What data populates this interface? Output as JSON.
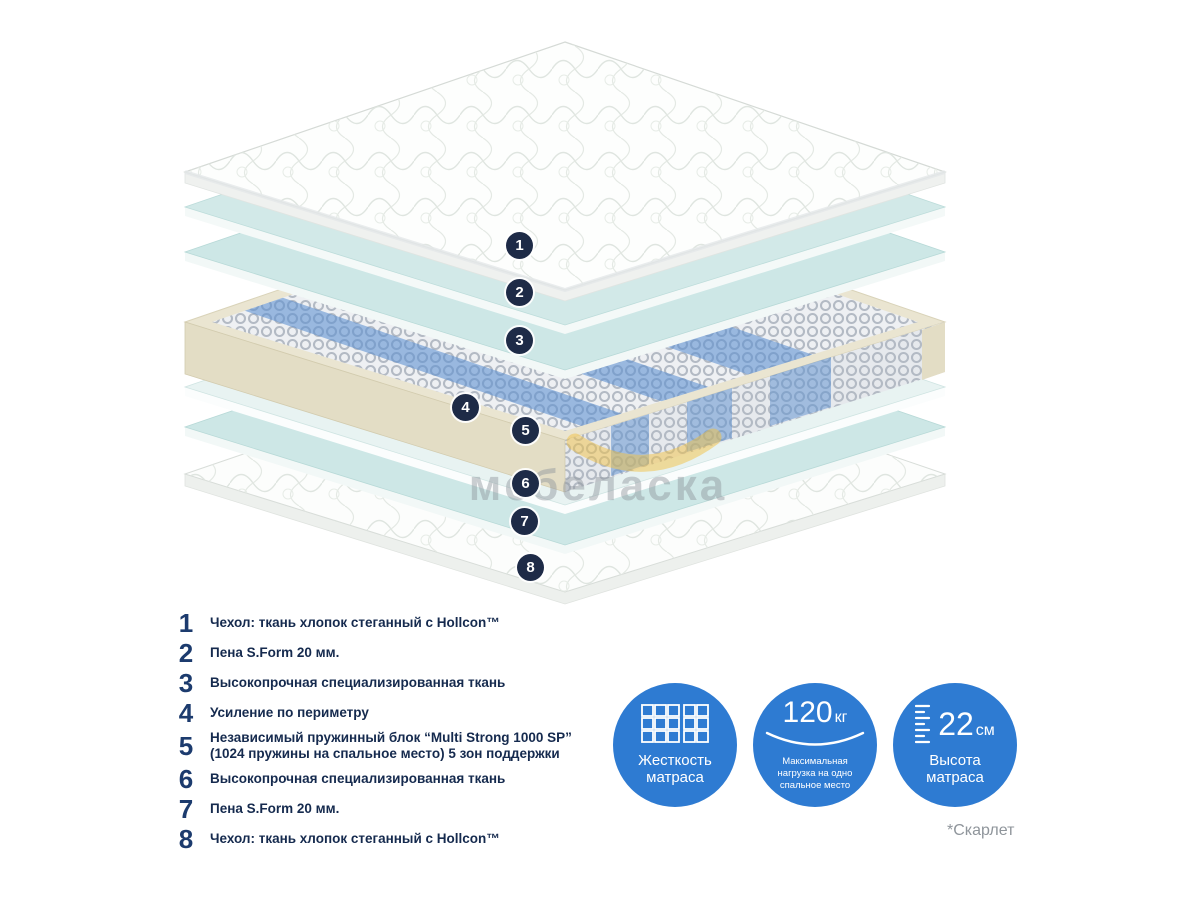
{
  "page": {
    "watermark": "мебеласка",
    "footnote": "*Скарлет",
    "background": "#ffffff"
  },
  "diagram": {
    "markers": [
      "1",
      "2",
      "3",
      "4",
      "5",
      "6",
      "7",
      "8"
    ],
    "colors": {
      "marker_bg": "#1e2b47",
      "teal_layer": "#cde7e6",
      "foam_beige": "#eae5d1",
      "spring_blue": "#5b8fd0",
      "watermark_yellow": "#f1c243"
    }
  },
  "legend": {
    "items": [
      {
        "num": "1",
        "text": "Чехол: ткань хлопок стеганный с Hollcon™"
      },
      {
        "num": "2",
        "text": "Пена S.Form 20 мм."
      },
      {
        "num": "3",
        "text": "Высокопрочная специализированная ткань"
      },
      {
        "num": "4",
        "text": "Усиление по периметру"
      },
      {
        "num": "5",
        "text": "Независимый пружинный блок “Multi Strong 1000 SP” (1024 пружины на спальное место) 5 зон поддержки"
      },
      {
        "num": "6",
        "text": "Высокопрочная специализированная ткань"
      },
      {
        "num": "7",
        "text": "Пена S.Form 20 мм."
      },
      {
        "num": "8",
        "text": "Чехол: ткань хлопок стеганный с Hollcon™"
      }
    ]
  },
  "badges": {
    "accent": "#2e7bd2",
    "firmness": {
      "icon": "mattress-zones-grid-icon",
      "title": "Жесткость матраса"
    },
    "load": {
      "icon": "sag-curve-icon",
      "value": "120",
      "unit": "кг",
      "caption": "Максимальная нагрузка на одно спальное место"
    },
    "height": {
      "icon": "ruler-icon",
      "value": "22",
      "unit": "см",
      "title": "Высота матраса"
    }
  }
}
